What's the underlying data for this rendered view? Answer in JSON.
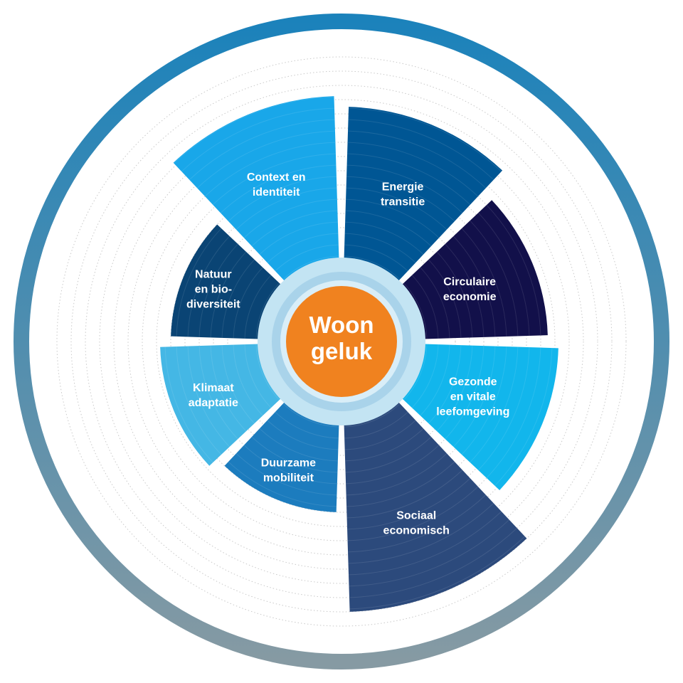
{
  "center": {
    "line1": "Woon",
    "line2": "geluk",
    "color": "#f0821f"
  },
  "colors": {
    "ring_top": "#1b82bb",
    "ring_bottom": "#869aa3",
    "halo_light": "#c3e4f3",
    "halo_mid": "#a9d3ea"
  },
  "segments": [
    {
      "id": "energie-transitie",
      "lines": [
        "Energie",
        "transitie"
      ],
      "value": 330,
      "color": "#005694"
    },
    {
      "id": "circulaire-economie",
      "lines": [
        "Circulaire",
        "economie"
      ],
      "value": 290,
      "color": "#12104a"
    },
    {
      "id": "gezonde-vitale-leefomgeving",
      "lines": [
        "Gezonde",
        "en vitale",
        "leefomgeving"
      ],
      "value": 305,
      "color": "#12b6ec"
    },
    {
      "id": "sociaal-economisch",
      "lines": [
        "Sociaal",
        "economisch"
      ],
      "value": 380,
      "color": "#2c4a7c"
    },
    {
      "id": "duurzame-mobiliteit",
      "lines": [
        "Duurzame",
        "mobiliteit"
      ],
      "value": 240,
      "color": "#1c7cbe"
    },
    {
      "id": "klimaat-adaptatie",
      "lines": [
        "Klimaat",
        "adaptatie"
      ],
      "value": 255,
      "color": "#44b7e5"
    },
    {
      "id": "natuur-biodiversiteit",
      "lines": [
        "Natuur",
        "en bio-",
        "diversiteit"
      ],
      "value": 240,
      "color": "#0a4474"
    },
    {
      "id": "context-identiteit",
      "lines": [
        "Context en",
        "identiteit"
      ],
      "value": 345,
      "color": "#19a7e9"
    }
  ]
}
